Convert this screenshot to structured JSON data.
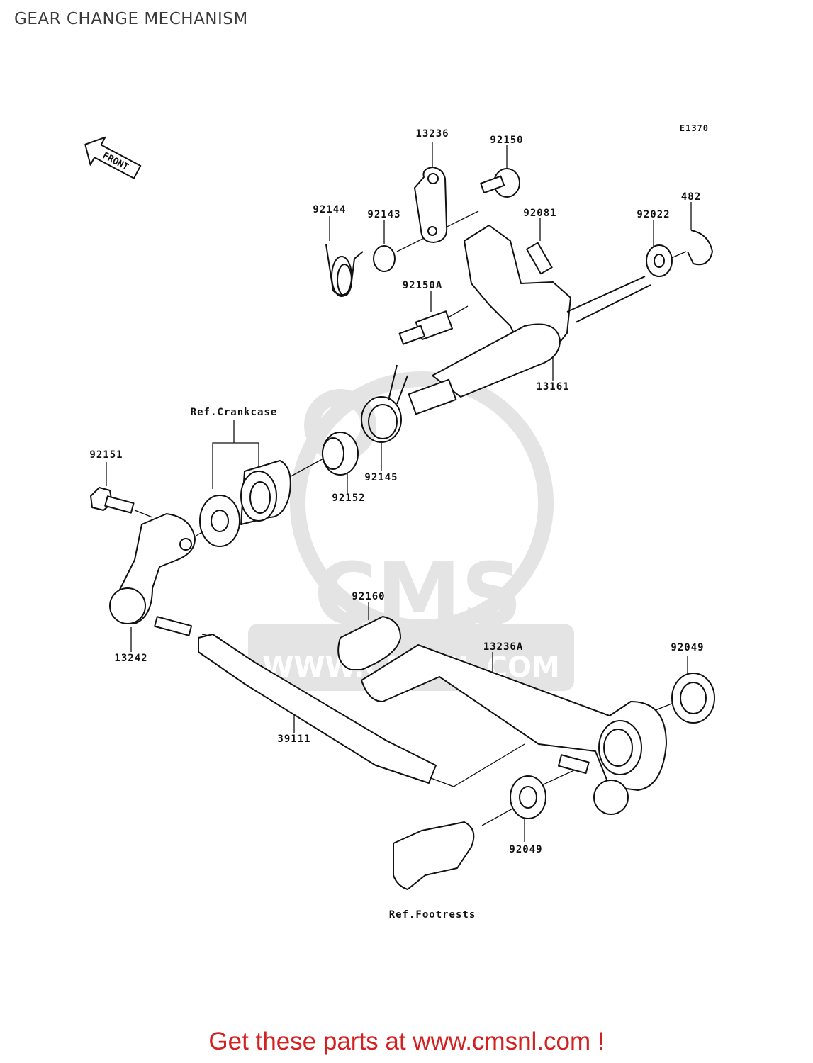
{
  "title": "GEAR CHANGE MECHANISM",
  "diagram_code": "E1370",
  "front_label": "FRONT",
  "watermark": {
    "brand": "CMS",
    "url": "WWW.CMSNL.COM",
    "color": "#e4e4e4"
  },
  "footer": {
    "text": "Get these parts at www.cmsnl.com !",
    "color": "#d42020"
  },
  "part_labels": {
    "p13236": "13236",
    "p92150": "92150",
    "p92144": "92144",
    "p92143": "92143",
    "p92081": "92081",
    "p92022": "92022",
    "p482": "482",
    "p92150A": "92150A",
    "p13161": "13161",
    "p92145": "92145",
    "p92152": "92152",
    "p92151": "92151",
    "p13242": "13242",
    "p92160": "92160",
    "p13236A": "13236A",
    "p92049a": "92049",
    "p92049b": "92049",
    "p39111": "39111"
  },
  "reference_labels": {
    "crankcase": "Ref.Crankcase",
    "footrests": "Ref.Footrests"
  }
}
